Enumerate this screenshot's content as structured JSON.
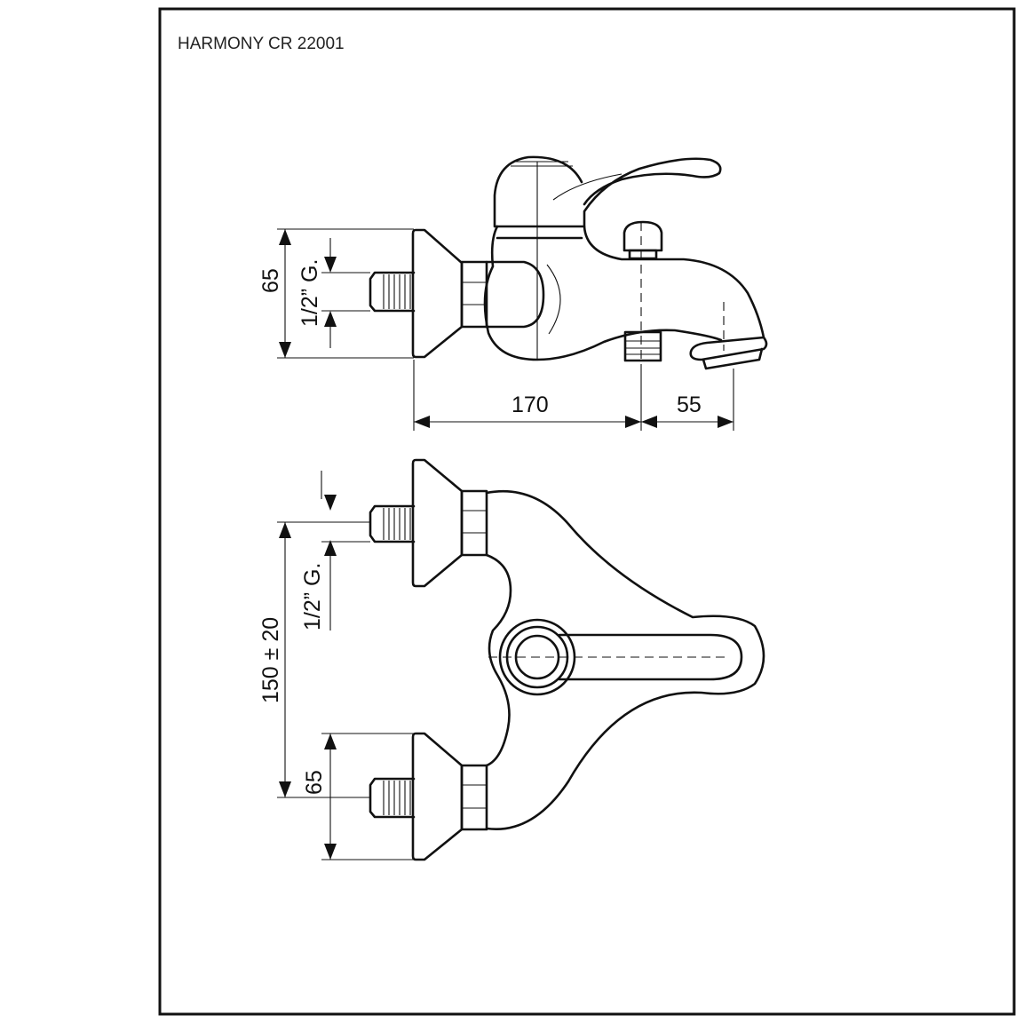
{
  "title": "HARMONY CR 22001",
  "side_view": {
    "height_label": "65",
    "thread_label": "1/2” G.",
    "length_label": "170",
    "spout_label": "55"
  },
  "top_view": {
    "center_distance_label": "150 ± 20",
    "thread_label": "1/2” G.",
    "height_label": "65"
  }
}
